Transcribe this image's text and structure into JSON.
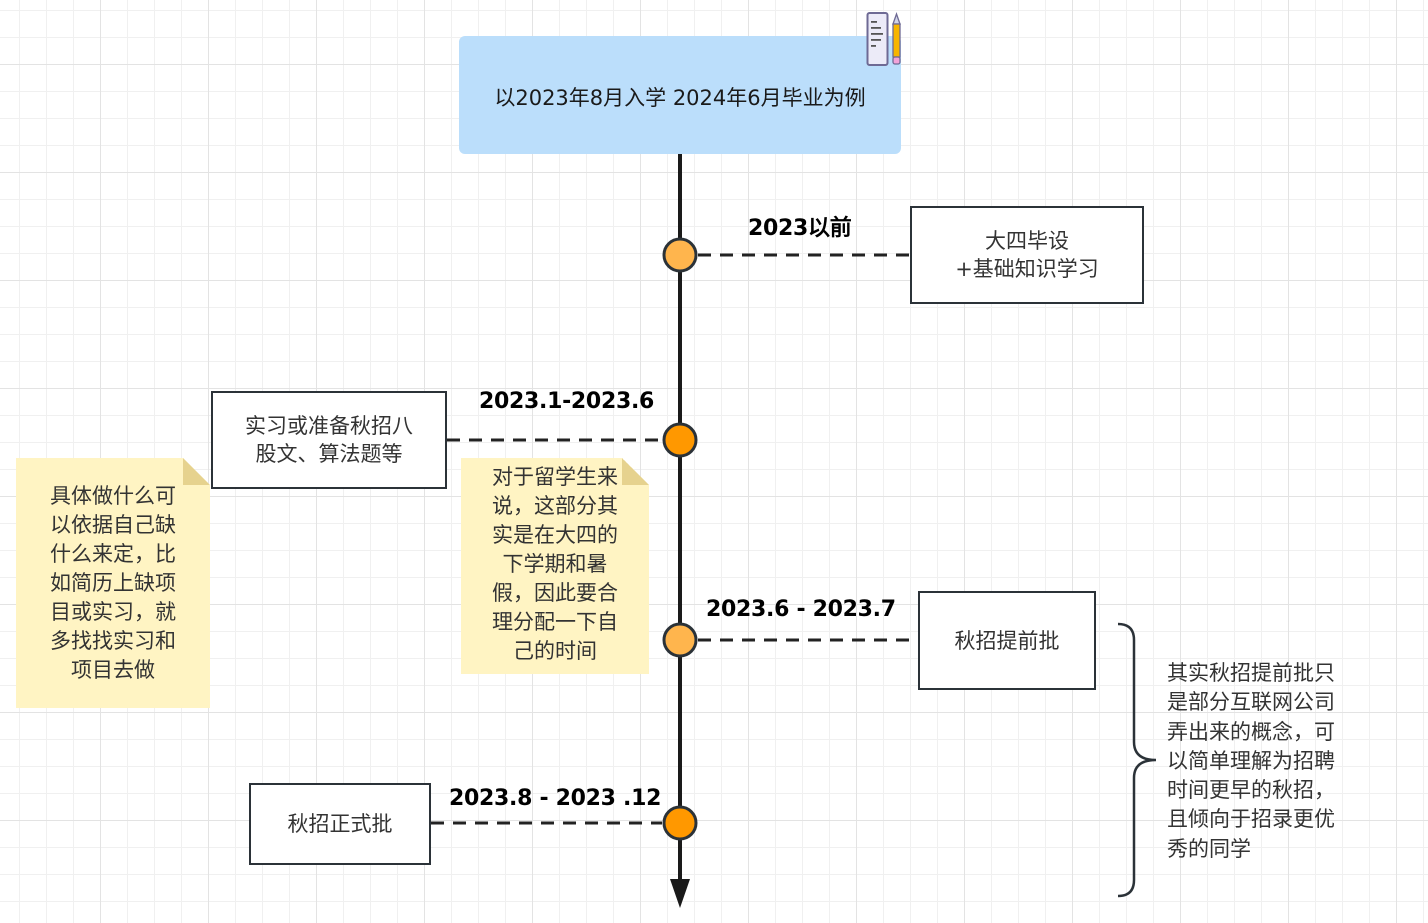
{
  "diagram": {
    "title": "以2023年8月入学 2024年6月毕业为例",
    "title_icon": "note-pencil-icon",
    "colors": {
      "title_bg": "#bbdefb",
      "axis": "#1a1a1a",
      "node_light": "#ffb54d",
      "node_dark": "#ff9800",
      "sticky_bg": "#fff4c3",
      "box_border": "#2b3238"
    },
    "milestones": [
      {
        "date": "2023以前",
        "label_lines": [
          "大四毕设",
          "+基础知识学习"
        ],
        "side": "right",
        "node_color": "light"
      },
      {
        "date": "2023.1-2023.6",
        "label_lines": [
          "实习或准备秋招八",
          "股文、算法题等"
        ],
        "side": "left",
        "node_color": "dark"
      },
      {
        "date": "2023.6 - 2023.7",
        "label_lines": [
          "秋招提前批"
        ],
        "side": "right",
        "node_color": "light"
      },
      {
        "date": "2023.8 - 2023 .12",
        "label_lines": [
          "秋招正式批"
        ],
        "side": "left",
        "node_color": "dark"
      }
    ],
    "notes": [
      {
        "id": "left-note",
        "lines": [
          "具体做什么可",
          "以依据自己缺",
          "什么来定，比",
          "如简历上缺项",
          "目或实习，就",
          "多找找实习和",
          "项目去做"
        ]
      },
      {
        "id": "middle-note",
        "lines": [
          "对于留学生来",
          "说，这部分其",
          "实是在大四的",
          "下学期和暑",
          "假，因此要合",
          "理分配一下自",
          "己的时间"
        ]
      }
    ],
    "brace_annotation": {
      "lines": [
        "其实秋招提前批只",
        "是部分互联网公司",
        "弄出来的概念，可",
        "以简单理解为招聘",
        "时间更早的秋招，",
        "且倾向于招录更优",
        "秀的同学"
      ]
    }
  }
}
